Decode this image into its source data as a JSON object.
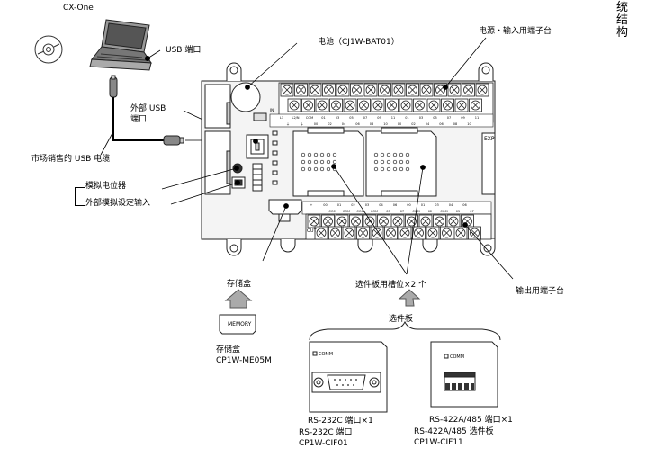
{
  "side_title": [
    "统",
    "结",
    "构"
  ],
  "labels": {
    "software": "CX-One",
    "usb_port": "USB 端口",
    "ext_usb_line1": "外部 USB",
    "ext_usb_line2": "端口",
    "usb_cable": "市场销售的 USB 电缆",
    "analog_pot": "模拟电位器",
    "ext_analog_input": "外部模拟设定输入",
    "battery": "电池（CJ1W-BAT01）",
    "power_input_terminal": "电源・输入用端子台",
    "output_terminal": "输出用端子台",
    "memory_cassette": "存储盒",
    "option_slots": "选件板用槽位×2 个",
    "option_board": "选件板",
    "memory_model_line1": "存储盒",
    "memory_model_line2": "CP1W-ME05M",
    "memory_chip": "MEMORY",
    "rs232_ports": "RS-232C 端口×1",
    "rs232_name": "RS-232C 端口",
    "rs232_model": "CP1W-CIF01",
    "rs485_ports": "RS-422A/485 端口×1",
    "rs485_name": "RS-422A/485 选件板",
    "rs485_model": "CP1W-CIF11",
    "comm_led": "COMM",
    "exp_label": "EXP",
    "out_label": "OUT",
    "in_label": "IN"
  },
  "input_terminal_top": [
    "L1",
    "L2/N",
    "COM",
    "01",
    "03",
    "05",
    "07",
    "09",
    "11",
    "01",
    "03",
    "05",
    "07",
    "09",
    "11"
  ],
  "input_terminal_bottom": [
    "⏚",
    "⏚",
    "00",
    "02",
    "04",
    "06",
    "08",
    "10",
    "00",
    "02",
    "04",
    "06",
    "08",
    "10"
  ],
  "output_terminal_top": [
    "+",
    "00",
    "01",
    "02",
    "03",
    "04",
    "06",
    "00",
    "01",
    "03",
    "04",
    "06"
  ],
  "output_terminal_bottom": [
    "−",
    "COM",
    "COM",
    "COM",
    "COM",
    "05",
    "07",
    "COM",
    "02",
    "COM",
    "05",
    "07"
  ]
}
